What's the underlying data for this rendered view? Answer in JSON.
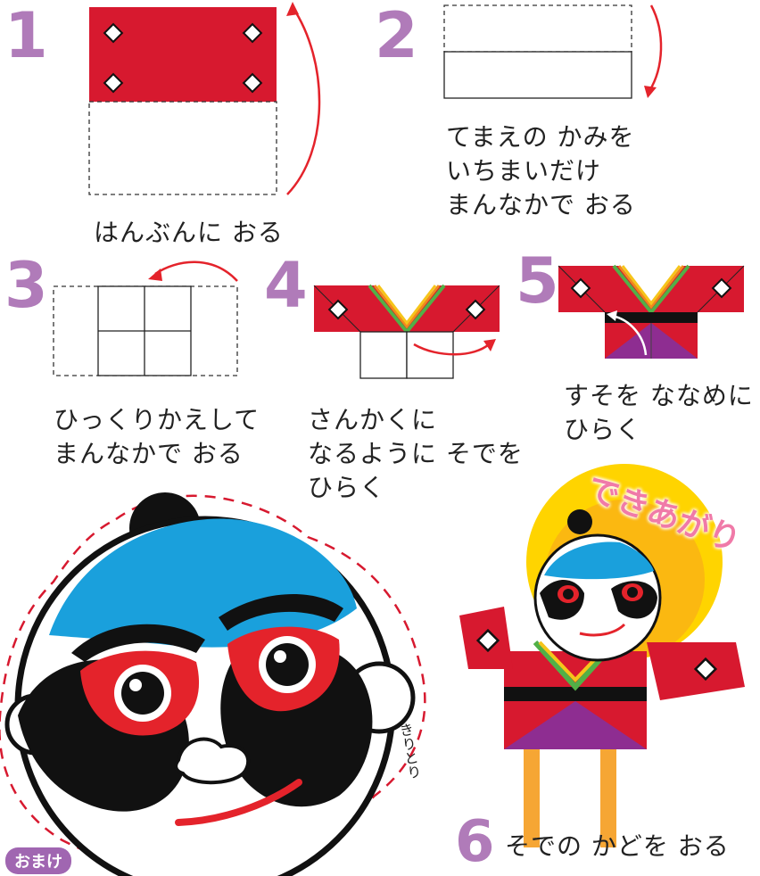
{
  "steps": [
    {
      "number": "1",
      "text": "はんぶんに おる"
    },
    {
      "number": "2",
      "text": "てまえの かみを\nいちまいだけ\nまんなかで おる"
    },
    {
      "number": "3",
      "text": "ひっくりかえして\nまんなかで おる"
    },
    {
      "number": "4",
      "text": "さんかくに\nなるように そでを\nひらく"
    },
    {
      "number": "5",
      "text": "すそを ななめに\nひらく"
    },
    {
      "number": "6",
      "text": "そでの かどを おる"
    }
  ],
  "finished_label": "できあがり",
  "cut_label": "きりとり",
  "bonus_badge": "おまけ",
  "colors": {
    "step_number": "#b07bb9",
    "paper_red": "#d7192f",
    "arrow_red": "#e4232b",
    "face_blue": "#1aa0dc",
    "skirt_purple": "#8e2d91",
    "collar_green": "#52b047",
    "collar_yellow": "#f6c51a",
    "collar_orange": "#f08a1c",
    "sun_yellow": "#ffd400",
    "badge_purple": "#a066b1"
  },
  "icons": [
    "fold-arrow-icon",
    "diamond-mark-icon",
    "scissors-cut-line-icon"
  ]
}
